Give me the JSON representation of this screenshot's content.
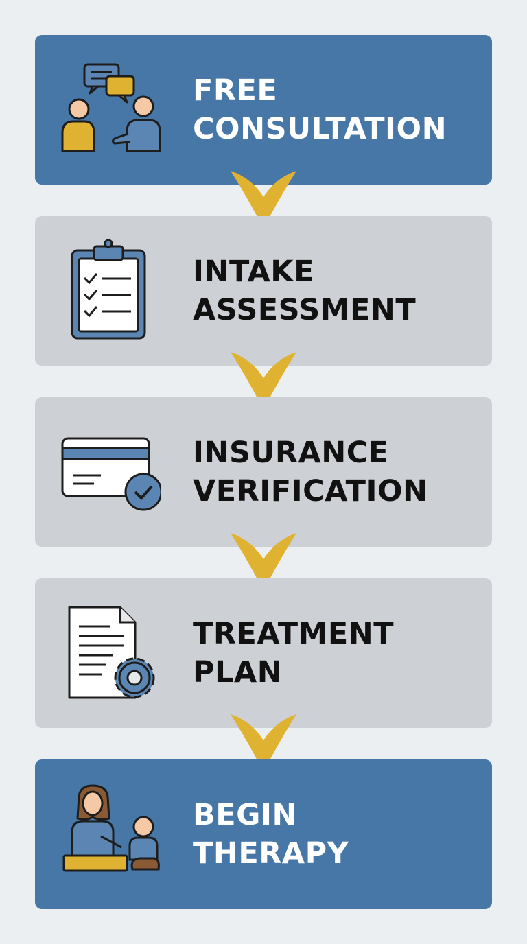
{
  "colors": {
    "background": "#eceff2",
    "primary_card": "#4677a7",
    "secondary_card": "#cdd1d6",
    "arrow": "#e0b232",
    "accent_yellow": "#d9ad33",
    "icon_blue": "#5b86b4"
  },
  "steps": [
    {
      "line1": "FREE",
      "line2": "CONSULTATION",
      "icon": "consultation-icon",
      "style": "primary"
    },
    {
      "line1": "INTAKE",
      "line2": "ASSESSMENT",
      "icon": "clipboard-checklist-icon",
      "style": "secondary"
    },
    {
      "line1": "INSURANCE",
      "line2": "VERIFICATION",
      "icon": "insurance-card-check-icon",
      "style": "secondary"
    },
    {
      "line1": "TREATMENT",
      "line2": "PLAN",
      "icon": "document-gear-icon",
      "style": "secondary"
    },
    {
      "line1": "BEGIN",
      "line2": "THERAPY",
      "icon": "therapist-child-icon",
      "style": "primary"
    }
  ]
}
